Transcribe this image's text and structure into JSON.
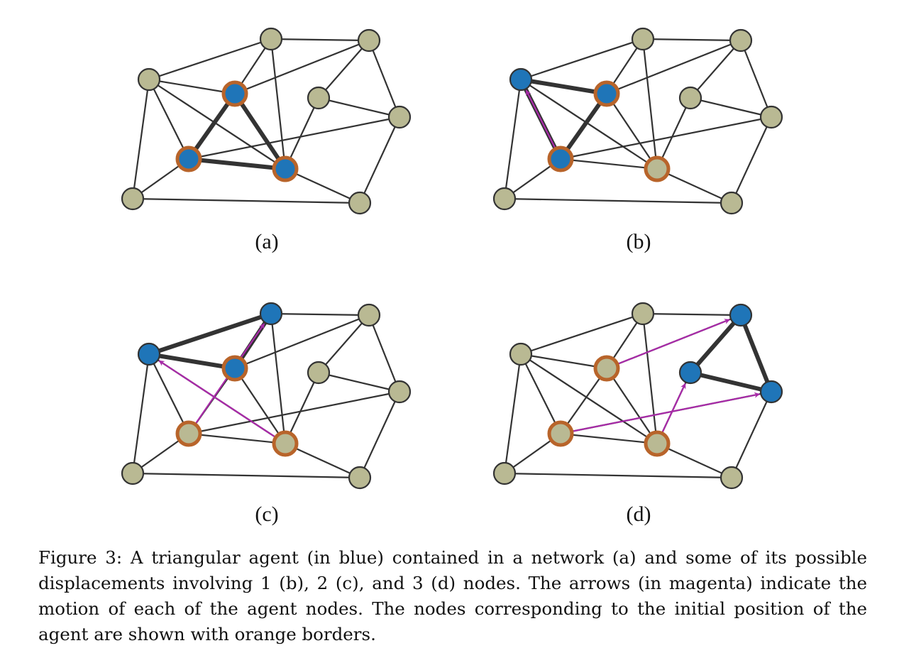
{
  "panels": [
    {
      "id": "a",
      "label": "(a)",
      "arrows": []
    },
    {
      "id": "b",
      "label": "(b)",
      "arrows": [
        {
          "from": 3,
          "to": 11
        }
      ]
    },
    {
      "id": "c",
      "label": "(c)",
      "arrows": [
        {
          "from": 4,
          "to": 11
        },
        {
          "from": 3,
          "to": 1
        }
      ]
    },
    {
      "id": "d",
      "label": "(d)",
      "arrows": [
        {
          "from": 2,
          "to": 12
        },
        {
          "from": 4,
          "to": 13
        },
        {
          "from": 3,
          "to": 14
        }
      ]
    }
  ],
  "caption": "Figure 3: A triangular agent (in blue) contained in a network (a) and some of its possible displacements involving 1 (b), 2 (c), and 3 (d) nodes. The arrows (in magenta) indicate the motion of each of the agent nodes. The nodes corresponding to the initial position of the agent are shown with orange borders.",
  "colors": {
    "node_fill": "#b9b993",
    "agent_fill": "#1f75b8",
    "origin_border": "#b8642a",
    "edge": "#333333",
    "arrow": "#a82aa8"
  }
}
